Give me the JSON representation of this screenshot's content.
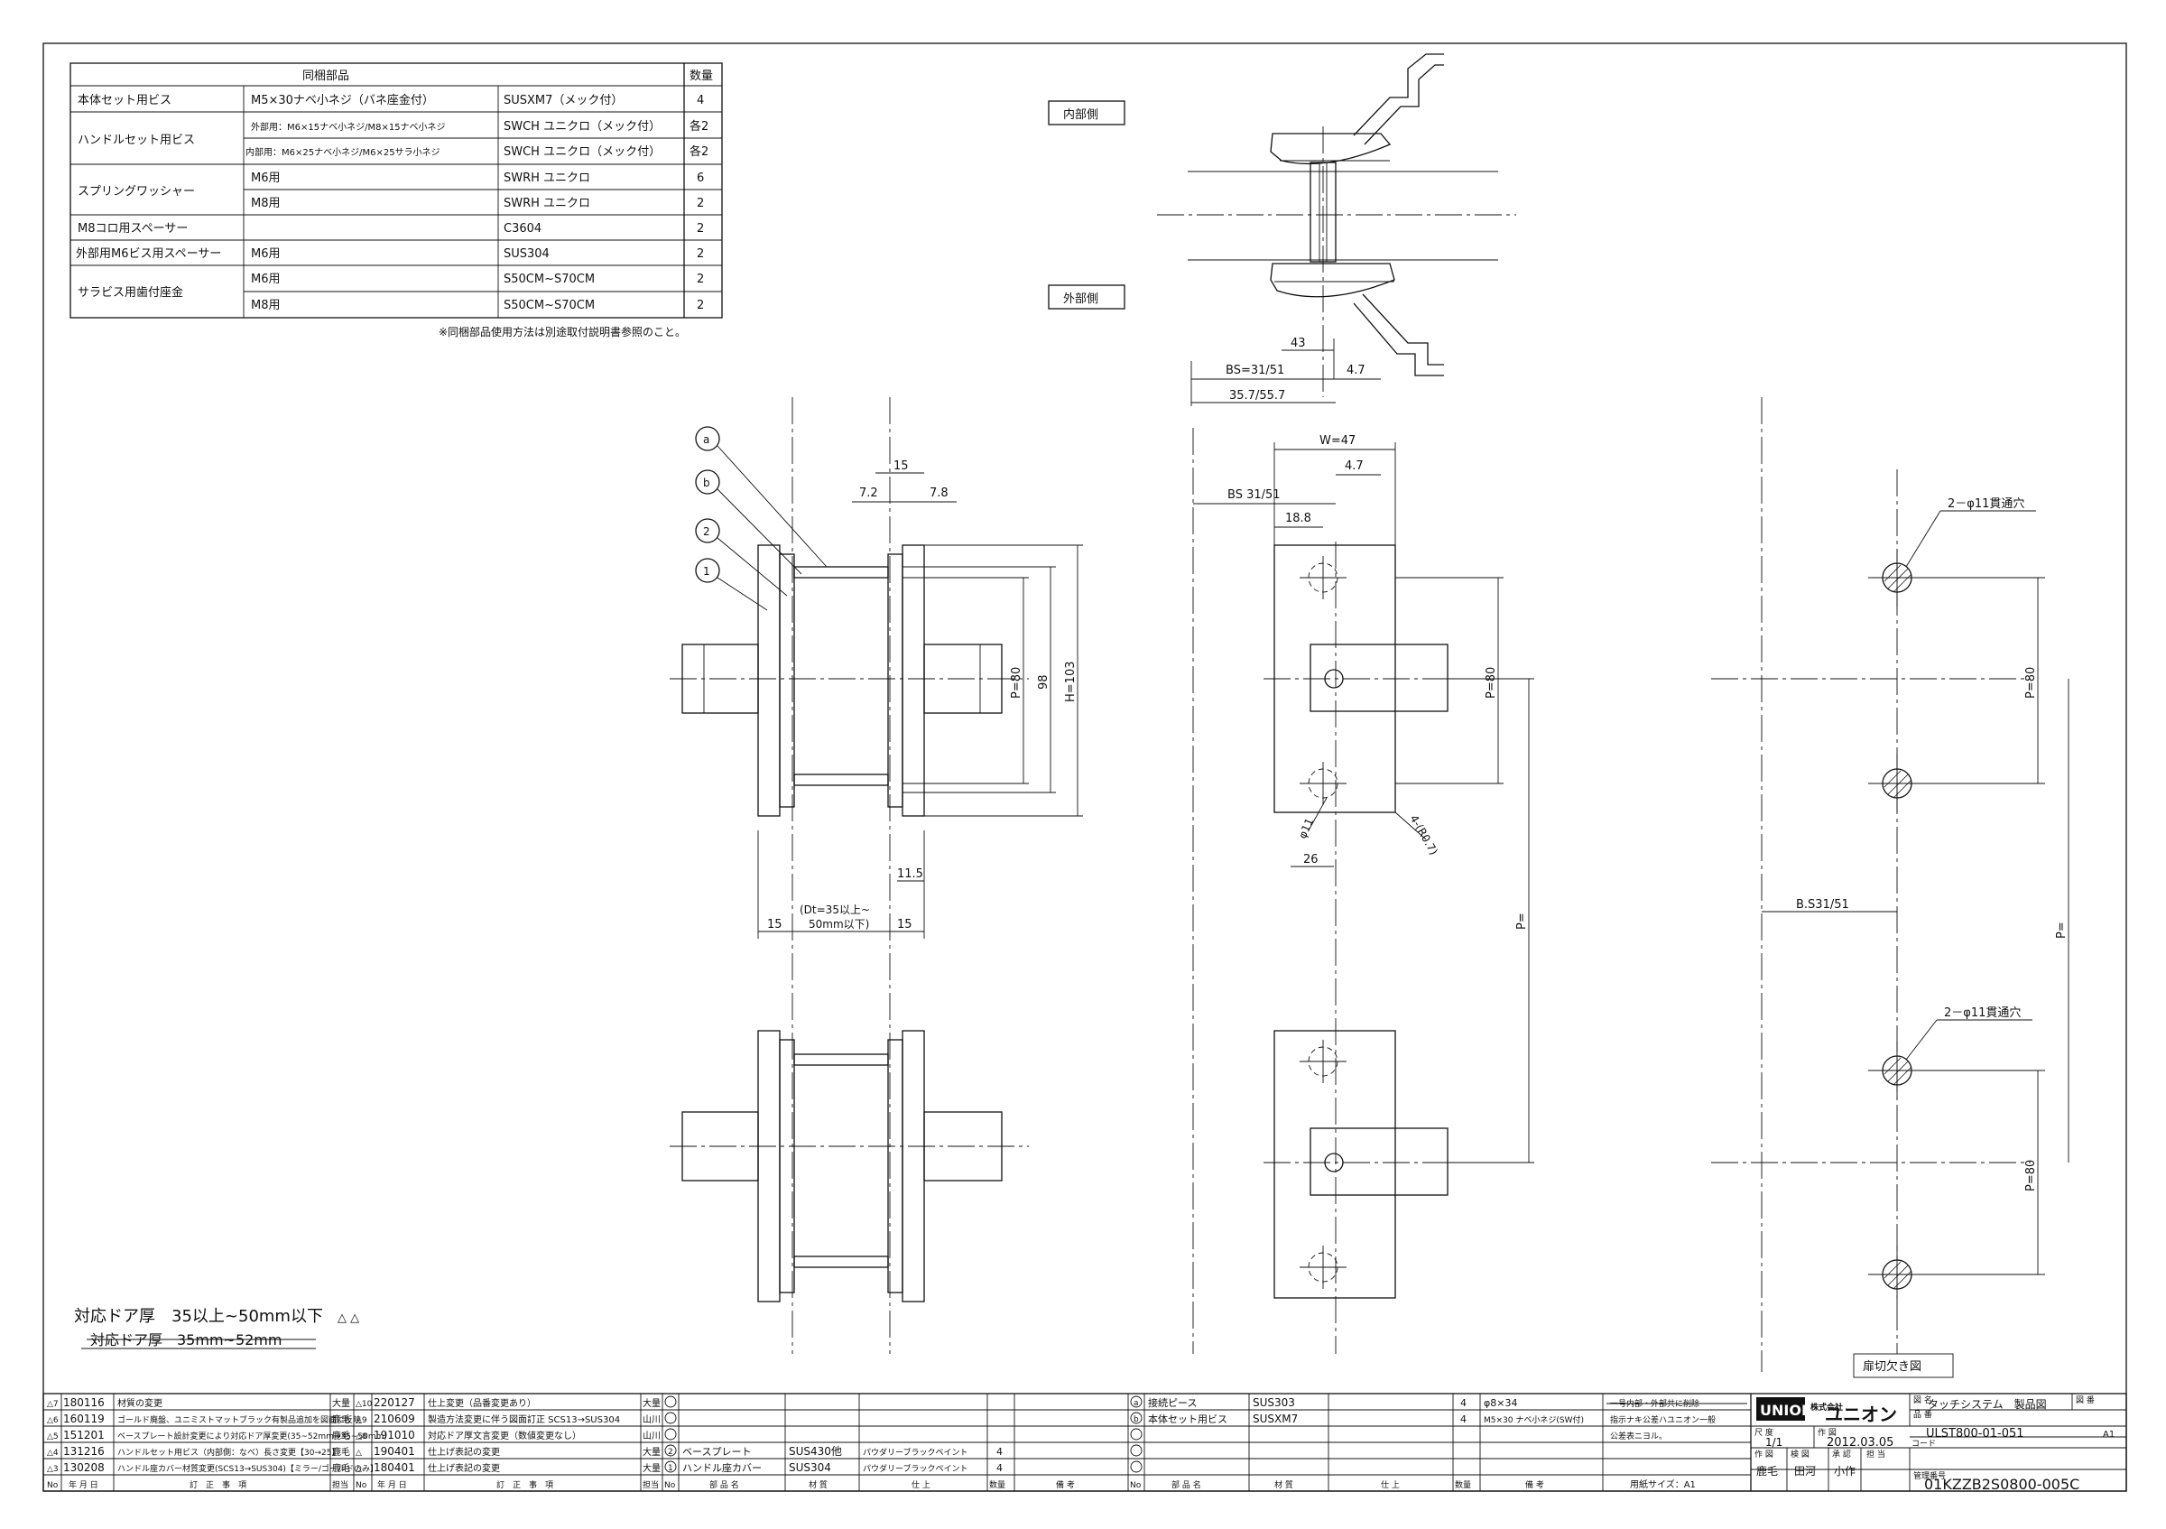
{
  "parts_table": {
    "header_name": "同梱部品",
    "header_qty": "数量",
    "rows": [
      {
        "name": "本体セット用ビス",
        "spec": "M5×30ナベ小ネジ（バネ座金付）",
        "material": "SUSXM7（メック付）",
        "qty": "4"
      },
      {
        "name": "ハンドルセット用ビス",
        "spec": "外部用：M6×15ナベ小ネジ/M8×15ナベ小ネジ",
        "material": "SWCH ユニクロ（メック付）",
        "qty": "各2"
      },
      {
        "name": "",
        "spec": "内部用：M6×25ナベ小ネジ/M6×25サラ小ネジ",
        "material": "SWCH ユニクロ（メック付）",
        "qty": "各2"
      },
      {
        "name": "スプリングワッシャー",
        "spec": "M6用",
        "material": "SWRH ユニクロ",
        "qty": "6"
      },
      {
        "name": "",
        "spec": "M8用",
        "material": "SWRH ユニクロ",
        "qty": "2"
      },
      {
        "name": "M8コロ用スペーサー",
        "spec": "",
        "material": "C3604",
        "qty": "2"
      },
      {
        "name": "外部用M6ビス用スペーサー",
        "spec": "M6用",
        "material": "SUS304",
        "qty": "2"
      },
      {
        "name": "サラビス用歯付座金",
        "spec": "M6用",
        "material": "S50CM~S70CM",
        "qty": "2"
      },
      {
        "name": "",
        "spec": "M8用",
        "material": "S50CM~S70CM",
        "qty": "2"
      }
    ],
    "note": "※同梱部品使用方法は別途取付説明書参照のこと。"
  },
  "labels": {
    "inner_side": "内部側",
    "outer_side": "外部側",
    "door_thickness": "対応ドア厚　35以上~50mm以下",
    "door_thickness_old": "対応ドア厚　35mm~52mm",
    "cutout_title": "扉切欠き図",
    "hole_note": "2－φ11貫通穴"
  },
  "dims": {
    "top_43": "43",
    "top_bs": "BS=31/51",
    "top_47": "4.7",
    "top_357": "35.7/55.7",
    "d15": "15",
    "d72": "7.2",
    "d78": "7.8",
    "p80": "P=80",
    "d98": "98",
    "h103": "H=103",
    "d115": "11.5",
    "dt1": "(Dt=35以上~",
    "dt2": "50mm以下)",
    "w47": "W=47",
    "bs3151": "BS 31/51",
    "d188": "18.8",
    "d26": "26",
    "phi11": "φ11",
    "r07": "4-(R0.7)",
    "peq": "P=",
    "bs_cut": "B.S31/51",
    "balloon_a": "a",
    "balloon_b": "b",
    "balloon_2": "2",
    "balloon_1": "1"
  },
  "revisions_left": [
    {
      "mark": "7",
      "date": "180116",
      "desc": "材質の変更",
      "by": "大量"
    },
    {
      "mark": "6",
      "date": "160119",
      "desc": "ゴールド廃盤、ユニミストマットブラック有製品追加を図面に反映",
      "by": "鹿毛"
    },
    {
      "mark": "5",
      "date": "151201",
      "desc": "ベースプレート設計変更により対応ドア厚変更(35~52mm→35~50mm)",
      "by": "鹿毛"
    },
    {
      "mark": "4",
      "date": "131216",
      "desc": "ハンドルセット用ビス（内部側：なべ）長さ変更【30→25】",
      "by": "鹿毛"
    },
    {
      "mark": "3",
      "date": "130208",
      "desc": "ハンドル座カバー材質変更(SCS13→SUS304)【ミラー/ゴールドのみ】",
      "by": "鹿毛"
    }
  ],
  "revisions_mid": [
    {
      "mark": "10",
      "date": "220127",
      "desc": "仕上変更（品番変更あり）",
      "by": "大量"
    },
    {
      "mark": "9",
      "date": "210609",
      "desc": "製造方法変更に伴う図面訂正 SCS13→SUS304",
      "by": "山川"
    },
    {
      "mark": "8",
      "date": "191010",
      "desc": "対応ドア厚文言変更（数値変更なし）",
      "by": "山川"
    },
    {
      "mark": "",
      "date": "190401",
      "desc": "仕上げ表記の変更",
      "by": "大量"
    },
    {
      "mark": "",
      "date": "180401",
      "desc": "仕上げ表記の変更",
      "by": "大量"
    }
  ],
  "revision_headers": {
    "no": "No",
    "date": "年 月 日",
    "desc": "訂　正　事　項",
    "by": "担当"
  },
  "parts_list_left": [
    {
      "no": "",
      "name": "",
      "material": "",
      "finish": "",
      "qty": "",
      "note": ""
    },
    {
      "no": "",
      "name": "",
      "material": "",
      "finish": "",
      "qty": "",
      "note": ""
    },
    {
      "no": "",
      "name": "",
      "material": "",
      "finish": "",
      "qty": "",
      "note": ""
    },
    {
      "no": "2",
      "name": "ベースプレート",
      "material": "SUS430他",
      "finish": "パウダリーブラックペイント",
      "qty": "4",
      "note": ""
    },
    {
      "no": "1",
      "name": "ハンドル座カバー",
      "material": "SUS304",
      "finish": "パウダリーブラックペイント",
      "qty": "4",
      "note": ""
    }
  ],
  "parts_list_right": [
    {
      "no": "a",
      "name": "接続ピース",
      "material": "SUS303",
      "finish": "",
      "qty": "4",
      "note": "φ8×34"
    },
    {
      "no": "b",
      "name": "本体セット用ビス",
      "material": "SUSXM7",
      "finish": "",
      "qty": "4",
      "note": "M5×30 ナベ小ネジ(SW付)"
    },
    {
      "no": "",
      "name": "",
      "material": "",
      "finish": "",
      "qty": "",
      "note": ""
    },
    {
      "no": "",
      "name": "",
      "material": "",
      "finish": "",
      "qty": "",
      "note": ""
    },
    {
      "no": "",
      "name": "",
      "material": "",
      "finish": "",
      "qty": "",
      "note": ""
    }
  ],
  "parts_headers": {
    "no": "No",
    "name": "部 品 名",
    "material": "材 質",
    "finish": "仕 上",
    "qty": "数量",
    "note": "備 考"
  },
  "notes_block": {
    "line1": "一号内部・外部共に削除",
    "line2": "指示ナキ公差ハユニオン一般",
    "line3": "公差表ニヨル。",
    "paper": "用紙サイズ：A1"
  },
  "title_block": {
    "logo": "UNION",
    "company_small": "株式会社",
    "company": "ユニオン",
    "fig_label": "図 名",
    "fig_name": "タッチシステム　製品図",
    "drawing_no_label": "図 番",
    "product_label": "品 番",
    "product_code": "ULST800-01-051",
    "scale_label": "尺 度",
    "scale": "1/1",
    "date_label": "作 図",
    "date": "2012.03.05",
    "code_label": "コード",
    "drawn_label": "作 図",
    "checked_label": "検 図",
    "approved_label": "承 認",
    "charge_label": "担 当",
    "drawn": "鹿毛",
    "checked": "田河",
    "approved": "小作",
    "mgmt_label": "管理番号",
    "mgmt_no": "01KZZB2S0800-005C",
    "rev": "A1"
  }
}
